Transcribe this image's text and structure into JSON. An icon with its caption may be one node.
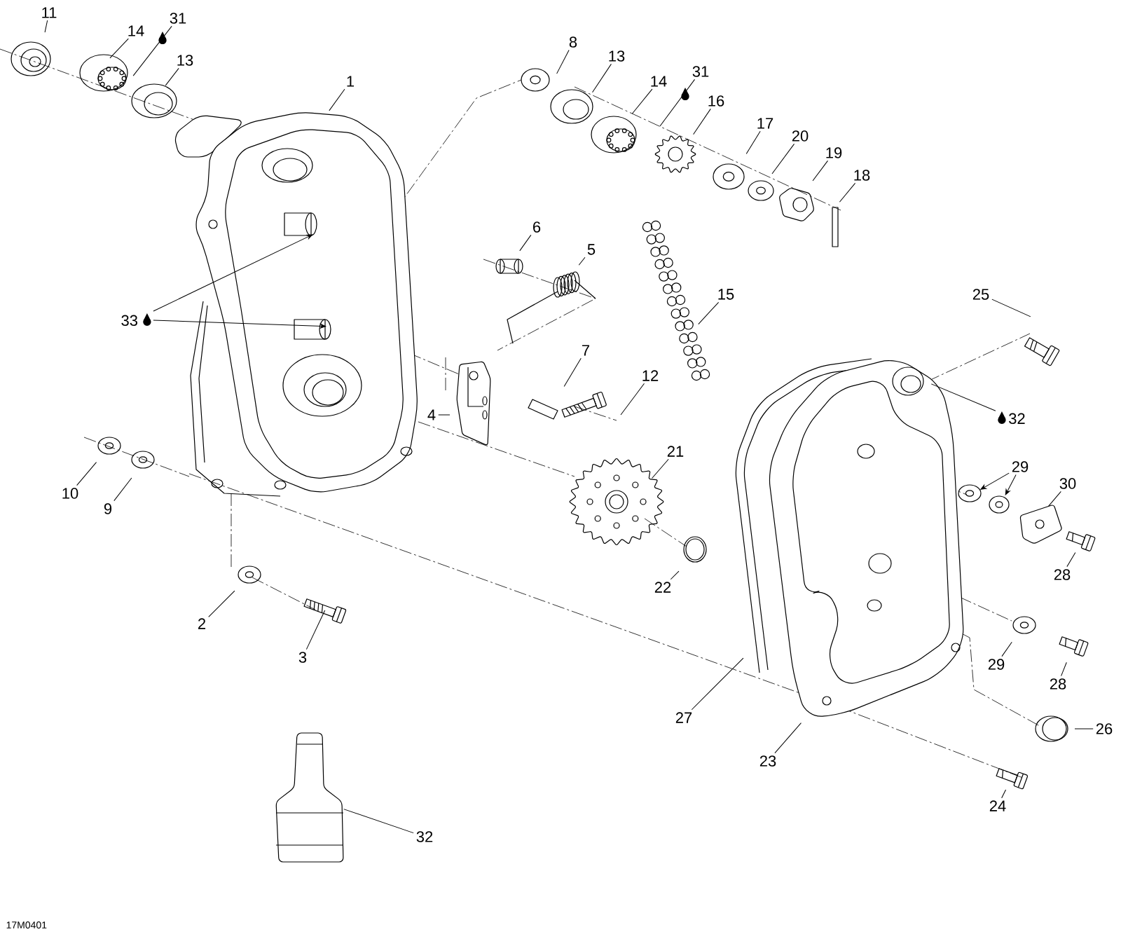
{
  "diagram": {
    "nodes": [
      {
        "text": [
          "11"
        ]
      },
      {
        "text": [
          "14"
        ]
      },
      {
        "text": [
          "31"
        ]
      },
      {
        "text": [
          "13"
        ]
      },
      {
        "text": [
          "1"
        ]
      },
      {
        "text": [
          "8"
        ]
      },
      {
        "text": [
          "13"
        ]
      },
      {
        "text": [
          "14"
        ]
      },
      {
        "text": [
          "31"
        ]
      },
      {
        "text": [
          "16"
        ]
      },
      {
        "text": [
          "17"
        ]
      },
      {
        "text": [
          "20"
        ]
      },
      {
        "text": [
          "19"
        ]
      },
      {
        "text": [
          "18"
        ]
      },
      {
        "text": [
          "6"
        ]
      },
      {
        "text": [
          "5"
        ]
      },
      {
        "text": [
          "33"
        ]
      },
      {
        "text": [
          "15"
        ]
      },
      {
        "text": [
          "7"
        ]
      },
      {
        "text": [
          "12"
        ]
      },
      {
        "text": [
          "4"
        ]
      },
      {
        "text": [
          "25"
        ]
      },
      {
        "text": [
          "32"
        ]
      },
      {
        "text": [
          "21"
        ]
      },
      {
        "text": [
          "29"
        ]
      },
      {
        "text": [
          "30"
        ]
      },
      {
        "text": [
          "10"
        ]
      },
      {
        "text": [
          "9"
        ]
      },
      {
        "text": [
          "22"
        ]
      },
      {
        "text": [
          "28"
        ]
      },
      {
        "text": [
          "29"
        ]
      },
      {
        "text": [
          "28"
        ]
      },
      {
        "text": [
          "2"
        ]
      },
      {
        "text": [
          "3"
        ]
      },
      {
        "text": [
          "27"
        ]
      },
      {
        "text": [
          "23"
        ]
      },
      {
        "text": [
          "26"
        ]
      },
      {
        "text": [
          "24"
        ]
      },
      {
        "text": [
          "32"
        ]
      },
      {
        "text": [],
        "shape": "bottle"
      }
    ],
    "edges": [
      {
        "from": 0,
        "to": null,
        "arrow": "none"
      },
      {
        "from": 1,
        "to": null,
        "arrow": "none"
      },
      {
        "from": 2,
        "to": null,
        "arrow": "none"
      },
      {
        "from": 3,
        "to": null,
        "arrow": "none"
      },
      {
        "from": 4,
        "to": null,
        "arrow": "none"
      },
      {
        "from": 5,
        "to": null,
        "arrow": "none"
      },
      {
        "from": 6,
        "to": null,
        "arrow": "none"
      },
      {
        "from": 7,
        "to": null,
        "arrow": "none"
      },
      {
        "from": 8,
        "to": null,
        "arrow": "none"
      },
      {
        "from": 9,
        "to": null,
        "arrow": "none"
      },
      {
        "from": 10,
        "to": null,
        "arrow": "none"
      },
      {
        "from": 11,
        "to": null,
        "arrow": "none"
      },
      {
        "from": 12,
        "to": null,
        "arrow": "none"
      },
      {
        "from": 13,
        "to": null,
        "arrow": "none"
      },
      {
        "from": 14,
        "to": null,
        "arrow": "none"
      },
      {
        "from": 15,
        "to": null,
        "arrow": "none"
      },
      {
        "from": 16,
        "to": null,
        "arrow": "to"
      },
      {
        "from": 16,
        "to": null,
        "arrow": "to"
      },
      {
        "from": 17,
        "to": null,
        "arrow": "none"
      },
      {
        "from": 18,
        "to": null,
        "arrow": "none"
      },
      {
        "from": 19,
        "to": null,
        "arrow": "none"
      },
      {
        "from": 20,
        "to": null,
        "arrow": "none"
      },
      {
        "from": 21,
        "to": null,
        "arrow": "none"
      },
      {
        "from": 22,
        "to": null,
        "arrow": "none"
      },
      {
        "from": 23,
        "to": null,
        "arrow": "none"
      },
      {
        "from": 24,
        "to": null,
        "arrow": "to"
      },
      {
        "from": 24,
        "to": null,
        "arrow": "to"
      },
      {
        "from": 25,
        "to": null,
        "arrow": "none"
      },
      {
        "from": 26,
        "to": null,
        "arrow": "none"
      },
      {
        "from": 27,
        "to": null,
        "arrow": "none"
      },
      {
        "from": 28,
        "to": null,
        "arrow": "none"
      },
      {
        "from": 29,
        "to": null,
        "arrow": "none"
      },
      {
        "from": 30,
        "to": null,
        "arrow": "none"
      },
      {
        "from": 31,
        "to": null,
        "arrow": "none"
      },
      {
        "from": 32,
        "to": null,
        "arrow": "none"
      },
      {
        "from": 33,
        "to": null,
        "arrow": "none"
      },
      {
        "from": 34,
        "to": null,
        "arrow": "none"
      },
      {
        "from": 35,
        "to": null,
        "arrow": "none"
      },
      {
        "from": 36,
        "to": null,
        "arrow": "none"
      },
      {
        "from": 37,
        "to": null,
        "arrow": "none"
      },
      {
        "from": 38,
        "to": 39,
        "arrow": "none"
      }
    ],
    "labels": [
      "17M0401"
    ]
  }
}
